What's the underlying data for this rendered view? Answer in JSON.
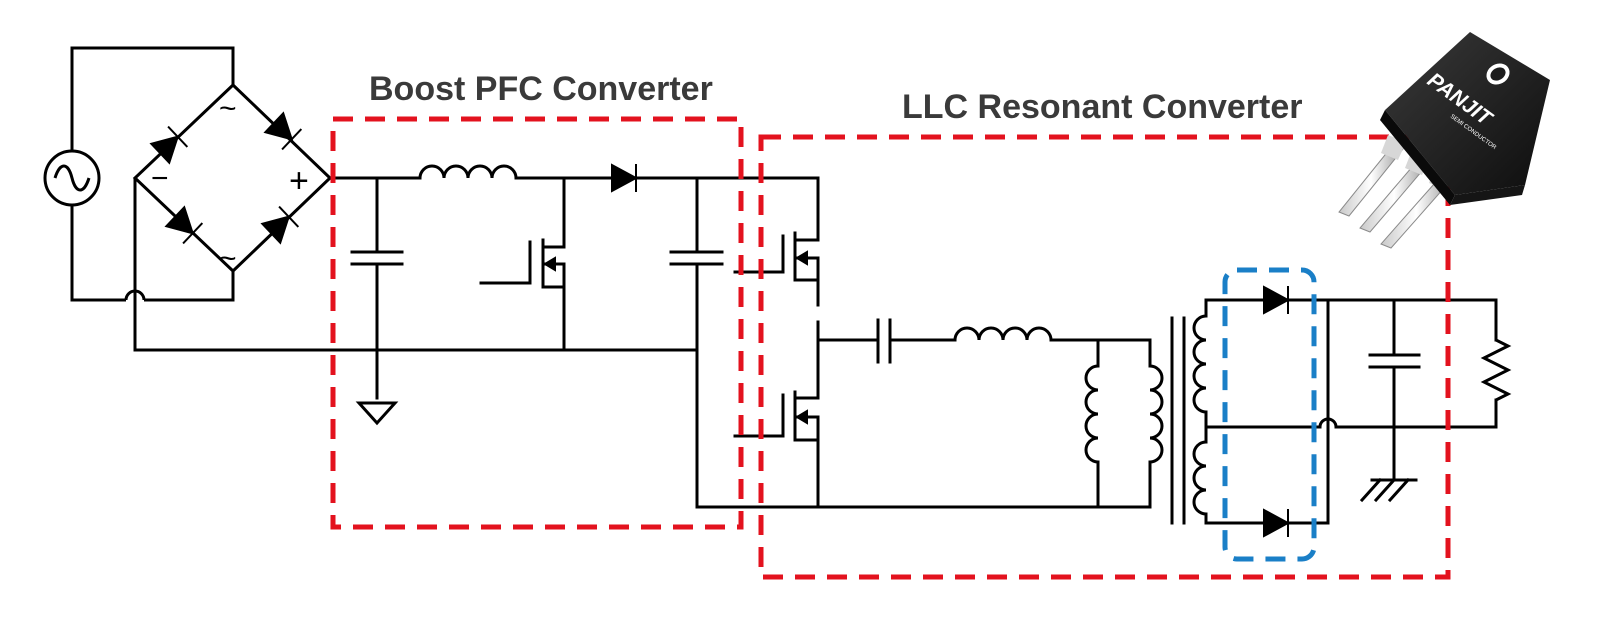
{
  "sections": {
    "pfc": {
      "title": "Boost PFC Converter"
    },
    "llc": {
      "title": "LLC Resonant Converter"
    }
  },
  "bridge": {
    "minus": "−",
    "plus": "+",
    "tilde": "~"
  },
  "package_label": {
    "logo": "PANJIT",
    "sub": "SEMI CONDUCTOR"
  },
  "colors": {
    "pfc_box": "#e3121e",
    "llc_box": "#e3121e",
    "rectifier_box": "#1a7fc7",
    "title_text": "#3a3a3a",
    "wire": "#000000"
  },
  "icons": [
    "ac-source-icon",
    "diode-icon",
    "inductor-icon",
    "capacitor-icon",
    "mosfet-icon",
    "transformer-icon",
    "resistor-icon",
    "ground-icon",
    "chassis-ground-icon",
    "to-package-icon"
  ]
}
